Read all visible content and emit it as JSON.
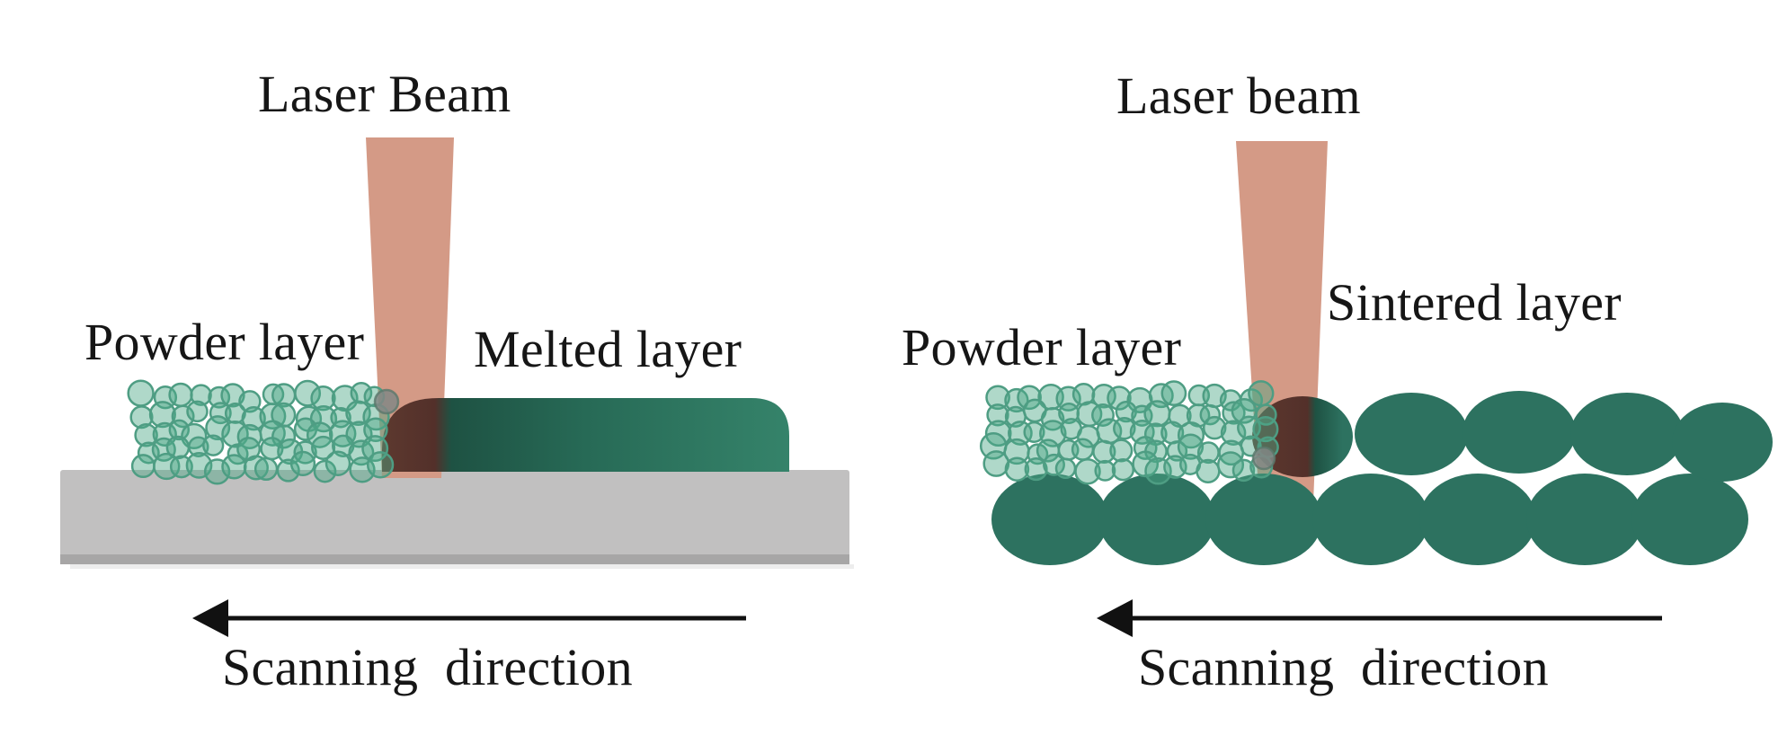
{
  "figure": {
    "left_panel": {
      "laser_label": "Laser Beam",
      "powder_label": "Powder layer",
      "melted_label": "Melted layer",
      "scanning_label": "Scanning direction"
    },
    "right_panel": {
      "laser_label": "Laser beam",
      "powder_label": "Powder layer",
      "sintered_label": "Sintered layer",
      "scanning_label": "Scanning direction"
    }
  },
  "colors": {
    "bg": "#ffffff",
    "text": "#161616",
    "laser": "#d49a86",
    "powder_fill": "rgba(77,168,136,0.45)",
    "powder_stroke": "#4e9d83",
    "melt_maroon_a": "#5d392f",
    "melt_maroon": "#53302a",
    "melt_dark_green": "#1e5243",
    "melt_mid_green": "#276a56",
    "melt_green_light": "#35836a",
    "sinter_green": "#2d7260",
    "substrate": "#c1c0c0",
    "substrate_edge": "#a7a6a6",
    "arrow": "#111111",
    "gray_particle": "rgba(130,135,133,0.85)",
    "gray_particle_stroke": "rgba(90,120,108,0.8)"
  }
}
